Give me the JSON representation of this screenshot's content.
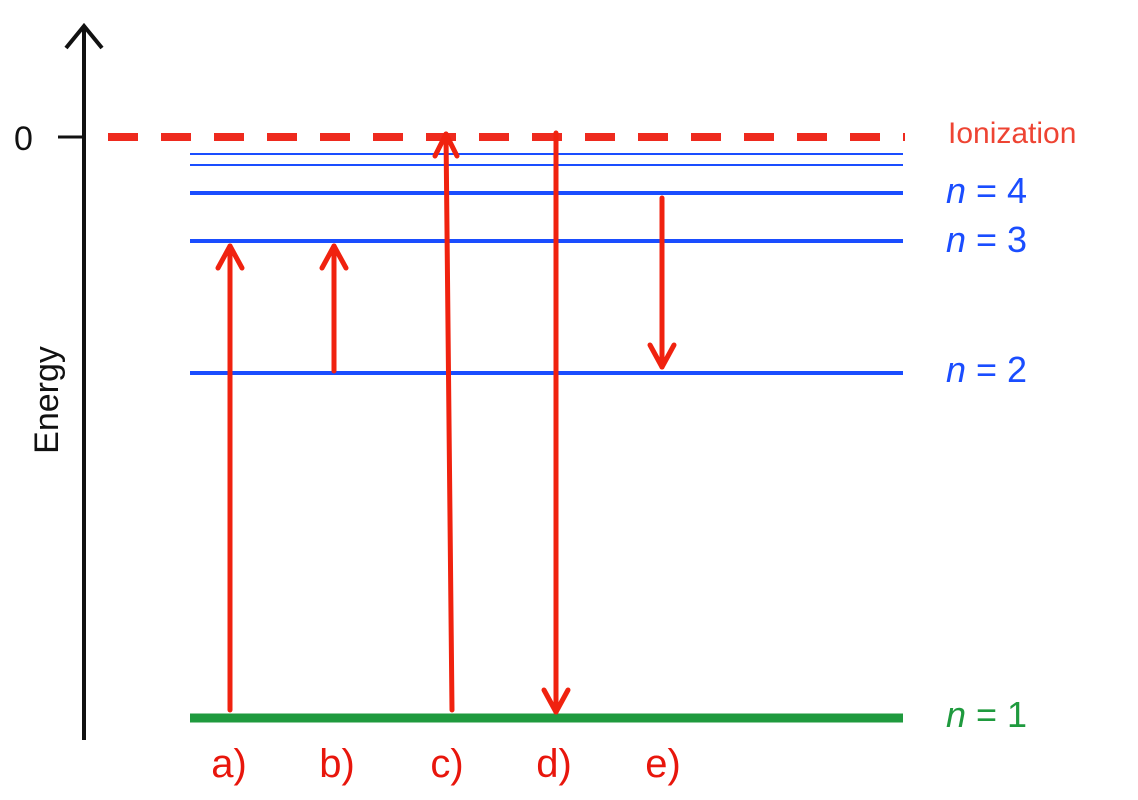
{
  "axis": {
    "y_label": "Energy",
    "zero_tick_label": "0"
  },
  "ionization": {
    "label": "Ionization",
    "color": "#ee2a1e"
  },
  "levels": [
    {
      "n_var": "n",
      "eq": " = 1",
      "color": "#1f9a3e"
    },
    {
      "n_var": "n",
      "eq": " = 2",
      "color": "#1a4dff"
    },
    {
      "n_var": "n",
      "eq": " = 3",
      "color": "#1a4dff"
    },
    {
      "n_var": "n",
      "eq": " = 4",
      "color": "#1a4dff"
    }
  ],
  "transitions": [
    {
      "label": "a)",
      "from": "n=1",
      "to": "n=3",
      "direction": "up"
    },
    {
      "label": "b)",
      "from": "n=2",
      "to": "n=3",
      "direction": "up"
    },
    {
      "label": "c)",
      "from": "n=1",
      "to": "Ionization",
      "direction": "up"
    },
    {
      "label": "d)",
      "from": "Ionization",
      "to": "n=1",
      "direction": "down"
    },
    {
      "label": "e)",
      "from": "n=4",
      "to": "n=2",
      "direction": "down"
    }
  ],
  "colors": {
    "arrow": "#f0220f",
    "axis": "#111111",
    "upper_levels": "#1a4dff"
  }
}
